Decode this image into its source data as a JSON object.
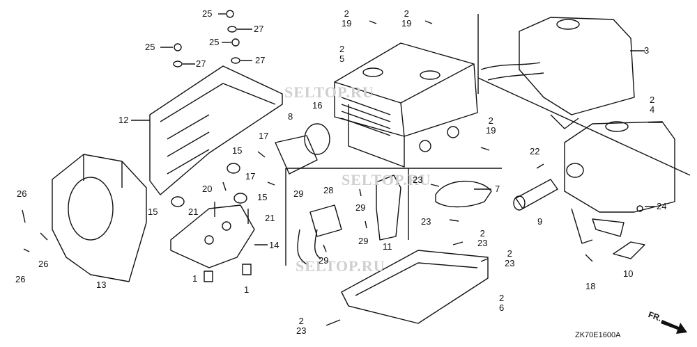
{
  "watermarks": [
    "SELTOP.RU",
    "SELTOP.RU",
    "SELTOP.RU"
  ],
  "diagram_code": "ZK70E1600A",
  "direction_label": "FR.",
  "callouts": [
    {
      "id": "c25a",
      "text": "25"
    },
    {
      "id": "c27a",
      "text": "27"
    },
    {
      "id": "c25b",
      "text": "25"
    },
    {
      "id": "c27b",
      "text": "27"
    },
    {
      "id": "c25c",
      "text": "25"
    },
    {
      "id": "c27c",
      "text": "27"
    },
    {
      "id": "c12",
      "text": "12"
    },
    {
      "id": "c8",
      "text": "8"
    },
    {
      "id": "c16",
      "text": "16"
    },
    {
      "id": "c17a",
      "text": "17"
    },
    {
      "id": "c17b",
      "text": "17"
    },
    {
      "id": "c15a",
      "text": "15"
    },
    {
      "id": "c15b",
      "text": "15"
    },
    {
      "id": "c15c",
      "text": "15"
    },
    {
      "id": "c20",
      "text": "20"
    },
    {
      "id": "c21a",
      "text": "21"
    },
    {
      "id": "c21b",
      "text": "21"
    },
    {
      "id": "c14",
      "text": "14"
    },
    {
      "id": "c26a",
      "text": "26"
    },
    {
      "id": "c26b",
      "text": "26"
    },
    {
      "id": "c26c",
      "text": "26"
    },
    {
      "id": "c13",
      "text": "13"
    },
    {
      "id": "c1a",
      "text": "1"
    },
    {
      "id": "c1b",
      "text": "1"
    },
    {
      "id": "c29a",
      "text": "29"
    },
    {
      "id": "c28",
      "text": "28"
    },
    {
      "id": "c29b",
      "text": "29"
    },
    {
      "id": "c29c",
      "text": "29"
    },
    {
      "id": "c29d",
      "text": "29"
    },
    {
      "id": "c11",
      "text": "11"
    },
    {
      "id": "c23a",
      "text": "23"
    },
    {
      "id": "c7",
      "text": "7"
    },
    {
      "id": "c23b",
      "text": "23"
    },
    {
      "id": "c22",
      "text": "22"
    },
    {
      "id": "c9",
      "text": "9"
    },
    {
      "id": "c24",
      "text": "24"
    },
    {
      "id": "c18",
      "text": "18"
    },
    {
      "id": "c10",
      "text": "10"
    },
    {
      "id": "c3",
      "text": "3"
    }
  ],
  "stacked": [
    {
      "id": "s2_19a",
      "top": "2",
      "bottom": "19"
    },
    {
      "id": "s2_19b",
      "top": "2",
      "bottom": "19"
    },
    {
      "id": "s2_5",
      "top": "2",
      "bottom": "5"
    },
    {
      "id": "s2_19c",
      "top": "2",
      "bottom": "19"
    },
    {
      "id": "s2_4",
      "top": "2",
      "bottom": "4"
    },
    {
      "id": "s2_23a",
      "top": "2",
      "bottom": "23"
    },
    {
      "id": "s2_23b",
      "top": "2",
      "bottom": "23"
    },
    {
      "id": "s2_6",
      "top": "2",
      "bottom": "6"
    },
    {
      "id": "s2_23c",
      "top": "2",
      "bottom": "23"
    }
  ]
}
